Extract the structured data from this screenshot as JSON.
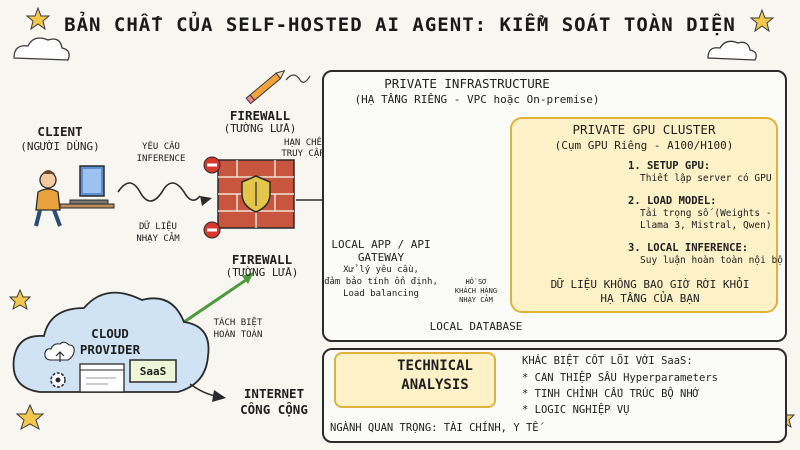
{
  "title": "BẢN CHẤT CỦA SELF-HOSTED AI AGENT: KIỂM SOÁT TOÀN DIỆN",
  "client": {
    "label": "CLIENT",
    "sublabel": "(NGƯỜI DÙNG)",
    "request_line1": "YÊU CẦU",
    "request_line2": "INFERENCE",
    "sensitive_line1": "DỮ LIỆU",
    "sensitive_line2": "NHẠY CẢM"
  },
  "firewall_top": {
    "label": "FIREWALL",
    "sublabel": "(TƯỜNG LỬA)",
    "note_line1": "HẠN CHẾ",
    "note_line2": "TRUY CẬP"
  },
  "firewall_bottom": {
    "label": "FIREWALL",
    "sublabel": "(TƯỜNG LỬA)"
  },
  "isolation": {
    "line1": "TÁCH BIỆT",
    "line2": "HOÀN TOÀN"
  },
  "cloud": {
    "label_line1": "CLOUD",
    "label_line2": "PROVIDER",
    "saas": "SaaS"
  },
  "internet": {
    "line1": "INTERNET",
    "line2": "CÔNG CỘNG"
  },
  "infra": {
    "title": "PRIVATE INFRASTRUCTURE",
    "subtitle": "(HẠ TẦNG RIÊNG - VPC hoặc On-premise)",
    "gateway_line1": "LOCAL APP / API",
    "gateway_line2": "GATEWAY",
    "gateway_desc1": "Xử lý yêu cầu,",
    "gateway_desc2": "đảm bảo tính ổn định,",
    "gateway_desc3": "Load balancing",
    "db_line1": "HỒ SƠ",
    "db_line2": "KHÁCH HÀNG",
    "db_line3": "NHẠY CẢM",
    "db_label": "LOCAL DATABASE"
  },
  "gpu": {
    "title": "PRIVATE GPU CLUSTER",
    "subtitle": "(Cụm GPU Riêng - A100/H100)",
    "step1_title": "1. SETUP GPU:",
    "step1_desc": "Thiết lập server có GPU",
    "step2_title": "2. LOAD MODEL:",
    "step2_desc1": "Tải trọng số (Weights -",
    "step2_desc2": "Llama 3, Mistral, Qwen)",
    "step3_title": "3. LOCAL INFERENCE:",
    "step3_desc": "Suy luận hoàn toàn nội bộ",
    "footer_line1": "DỮ LIỆU KHÔNG BAO GIỜ RỜI KHỎI",
    "footer_line2": "HẠ TẦNG CỦA BẠN"
  },
  "tech": {
    "title_line1": "TECHNICAL",
    "title_line2": "ANALYSIS",
    "heading": "KHÁC BIỆT CỐT LÕI VỚI SaaS:",
    "items": [
      "* CAN THIỆP SÂU Hyperparameters",
      "* TINH CHỈNH CẤU TRÚC BỘ NHỚ",
      "* LOGIC NGHIỆP VỤ"
    ],
    "industries": "NGÀNH  QUAN TRỌNG: TÀI CHÍNH, Y TẾ"
  },
  "colors": {
    "gpu_fill": "#fdf1c8",
    "gpu_border": "#e0b23a",
    "brick": "#c8553d",
    "shield": "#e3c64a",
    "arrow_blue": "#1f4fa8",
    "arrow_green": "#4c9a3a",
    "stop_red": "#d7372c",
    "cloud_blue": "#cfe3f5",
    "star_yellow": "#f2c94c"
  }
}
